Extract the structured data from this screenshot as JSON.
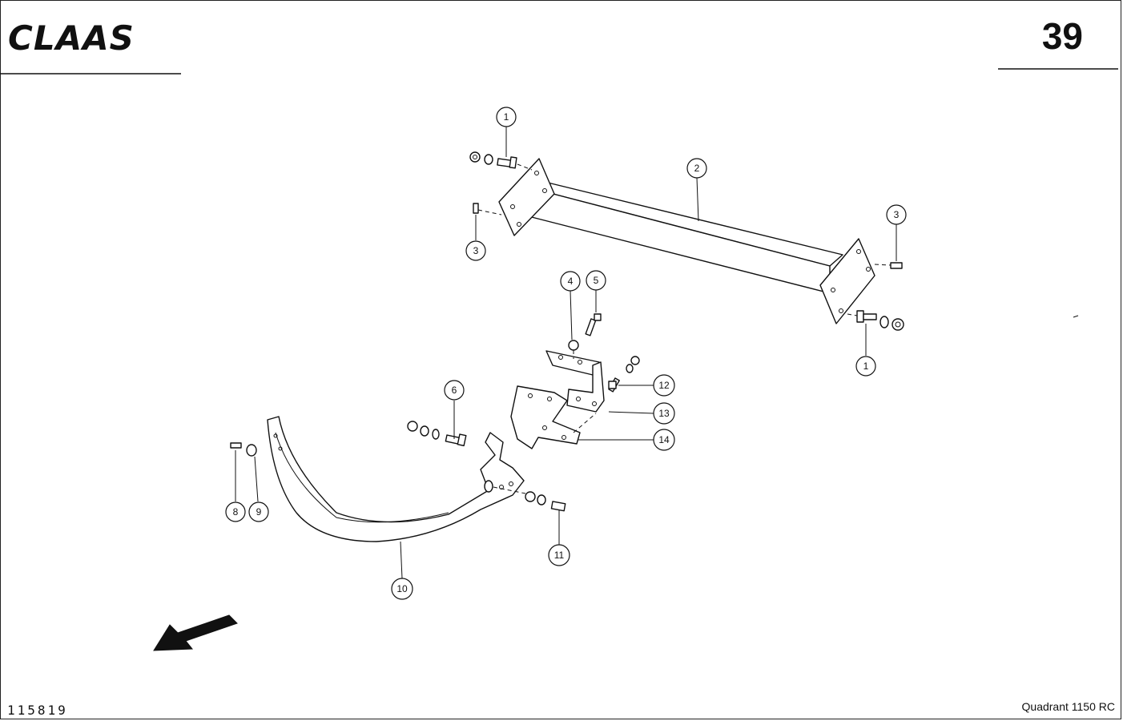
{
  "header": {
    "brand": "CLAAS",
    "page_number": "39"
  },
  "footer": {
    "document_number": "115819",
    "model": "Quadrant 1150 RC"
  },
  "callouts": [
    {
      "id": "c1a",
      "label": "1"
    },
    {
      "id": "c2",
      "label": "2"
    },
    {
      "id": "c3a",
      "label": "3"
    },
    {
      "id": "c3b",
      "label": "3"
    },
    {
      "id": "c1b",
      "label": "1"
    },
    {
      "id": "c4",
      "label": "4"
    },
    {
      "id": "c5",
      "label": "5"
    },
    {
      "id": "c12",
      "label": "12"
    },
    {
      "id": "c13",
      "label": "13"
    },
    {
      "id": "c14",
      "label": "14"
    },
    {
      "id": "c6",
      "label": "6"
    },
    {
      "id": "c8",
      "label": "8"
    },
    {
      "id": "c9",
      "label": "9"
    },
    {
      "id": "c10",
      "label": "10"
    },
    {
      "id": "c11",
      "label": "11"
    }
  ],
  "icons": {
    "direction_arrow": "direction-arrow-icon",
    "brand_logo": "claas-logo-icon"
  }
}
